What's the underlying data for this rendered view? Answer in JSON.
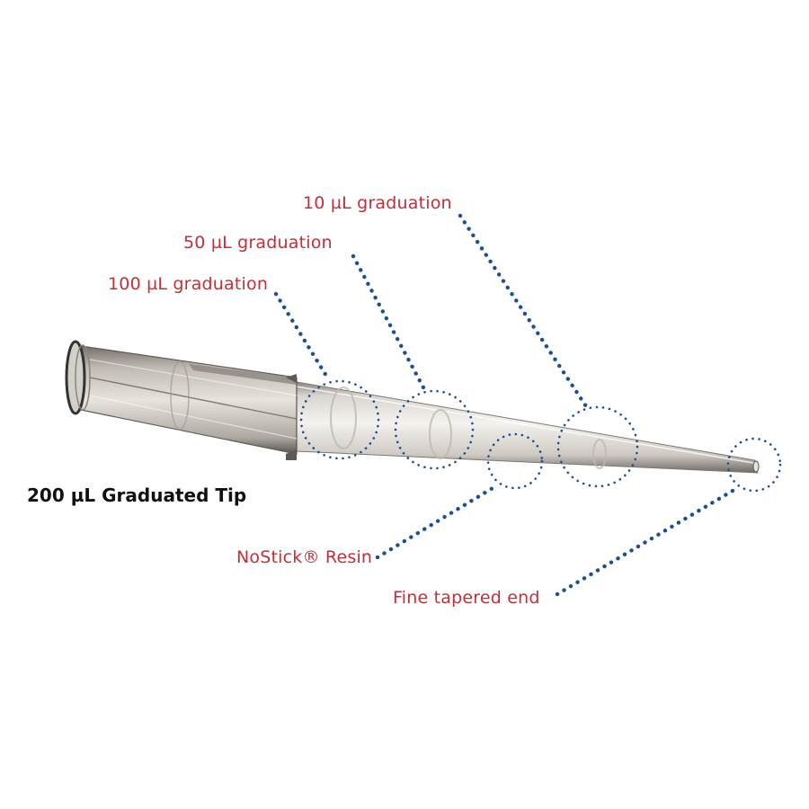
{
  "title": "200 µL Graduated Tip",
  "callouts": {
    "grad10": "10 µL graduation",
    "grad50": "50 µL graduation",
    "grad100": "100 µL graduation",
    "resin": "NoStick® Resin",
    "end": "Fine tapered end"
  },
  "colors": {
    "label": "#c0303a",
    "leader": "#1c4f8e",
    "title": "#111111"
  }
}
